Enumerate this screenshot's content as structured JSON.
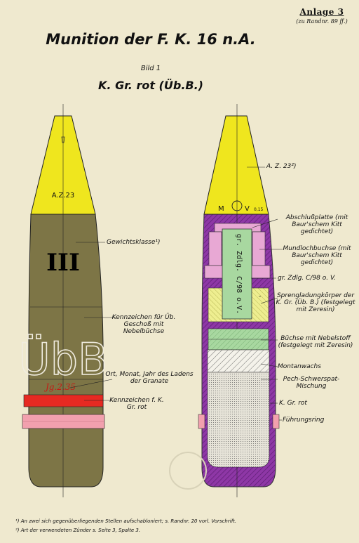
{
  "header": {
    "anlage": "Anlage 3",
    "reference": "(zu Randnr. 89 ff.)",
    "title": "Munition der F. K. 16 n.A.",
    "figure_label": "Bild 1",
    "subtitle": "K. Gr. rot (Üb.B.)"
  },
  "left_shell": {
    "fuze_marking": "A.Z.23",
    "class_marking": "III",
    "ub_marking": "ÜbB",
    "date_marking": "Jg.2.35",
    "labels": {
      "weight_class": "Gewichtsklasse¹)",
      "practice_marking": "Kennzeichen für Üb. Geschoß mit Nebelbüchse",
      "loading_date": "Ort, Monat, Jahr des Ladens der Granate",
      "red_marking": "Kennzeichen f. K. Gr. rot"
    }
  },
  "right_shell": {
    "fuze_marks": {
      "m": "M",
      "v": "V",
      "sub": "0,15"
    },
    "igniter_marking": "gr. Zdlg. C/98 o.V.",
    "labels": {
      "fuze": "A. Z. 23²)",
      "closing_plate": "Abschlußplatte (mit Baur'schem Kitt gedichtet)",
      "mouth_bush": "Mundlochbuchse (mit Baur'schem Kitt gedichtet)",
      "igniter": "gr. Zdlg. C/98 o. V.",
      "charge_body": "Sprengladungkörper der K. Gr. (Üb. B.) (festgelegt mit Zeresin)",
      "smoke_box": "Büchse mit Nebelstoff (festgelegt mit Zeresin)",
      "montan_wax": "Montanwachs",
      "pitch_mix": "Pech-Schwerspat-Mischung",
      "kgr_rot": "K. Gr. rot",
      "driving_band": "Führungsring"
    }
  },
  "footnotes": [
    "¹) An zwei sich gegenüberliegenden Stellen aufschabloniert; s. Randnr. 20 vorl. Vorschrift.",
    "²) Art der verwendeten Zünder s. Seite 3, Spalte 3."
  ],
  "colors": {
    "paper": "#efe9cf",
    "fuze_yellow": "#efe61e",
    "shell_olive": "#7d7546",
    "red_band": "#e62a22",
    "pink_band": "#f2a0ae",
    "purple_body": "#8e37a6",
    "pink_part": "#e8a8d4",
    "green_part": "#a8d8a0",
    "light_yellow": "#eeee90"
  }
}
